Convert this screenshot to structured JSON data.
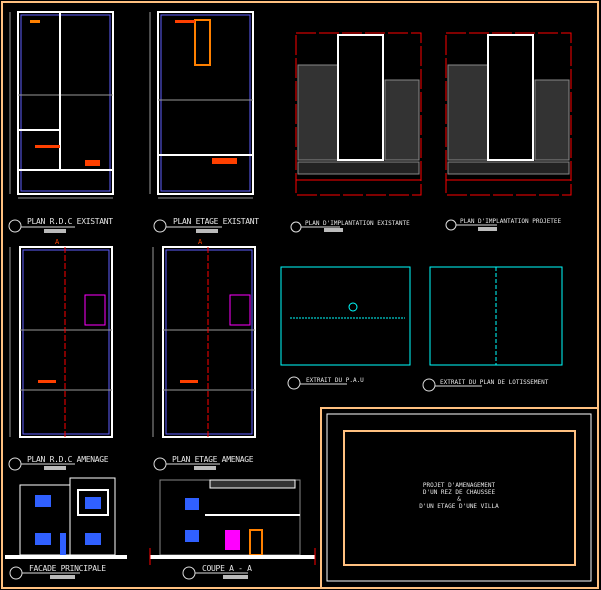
{
  "sheet": {
    "labels": {
      "rdc_existant": "PLAN R.D.C EXISTANT",
      "etage_existant": "PLAN ETAGE  EXISTANT",
      "implantation_existante": "PLAN D'IMPLANTATION EXISTANTE",
      "implantation_projetee": "PLAN D'IMPLANTATION PROJETEE",
      "rdc_amenage": "PLAN R.D.C AMENAGE",
      "etage_amenage": "PLAN ETAGE  AMENAGE",
      "extrait_pau": "EXTRAIT DU P.A.U",
      "extrait_lotissement": "EXTRAIT DU PLAN DE LOTISSEMENT",
      "facade": "FACADE PRINCIPALE",
      "coupe": "COUPE A - A"
    },
    "section_marker": "A",
    "title_block": {
      "line1": "PROJET D'AMENAGEMENT",
      "line2": "D'UN REZ DE CHAUSSEE",
      "line3": "&",
      "line4": "D'UN ETAGE D'UNE VILLA"
    },
    "colors": {
      "frame": "#ffc080",
      "wall": "#ffffff",
      "cyan": "#00ffff",
      "red": "#ff0000",
      "orange": "#ff8000",
      "blue": "#6060ff",
      "magenta": "#ff00ff"
    }
  }
}
